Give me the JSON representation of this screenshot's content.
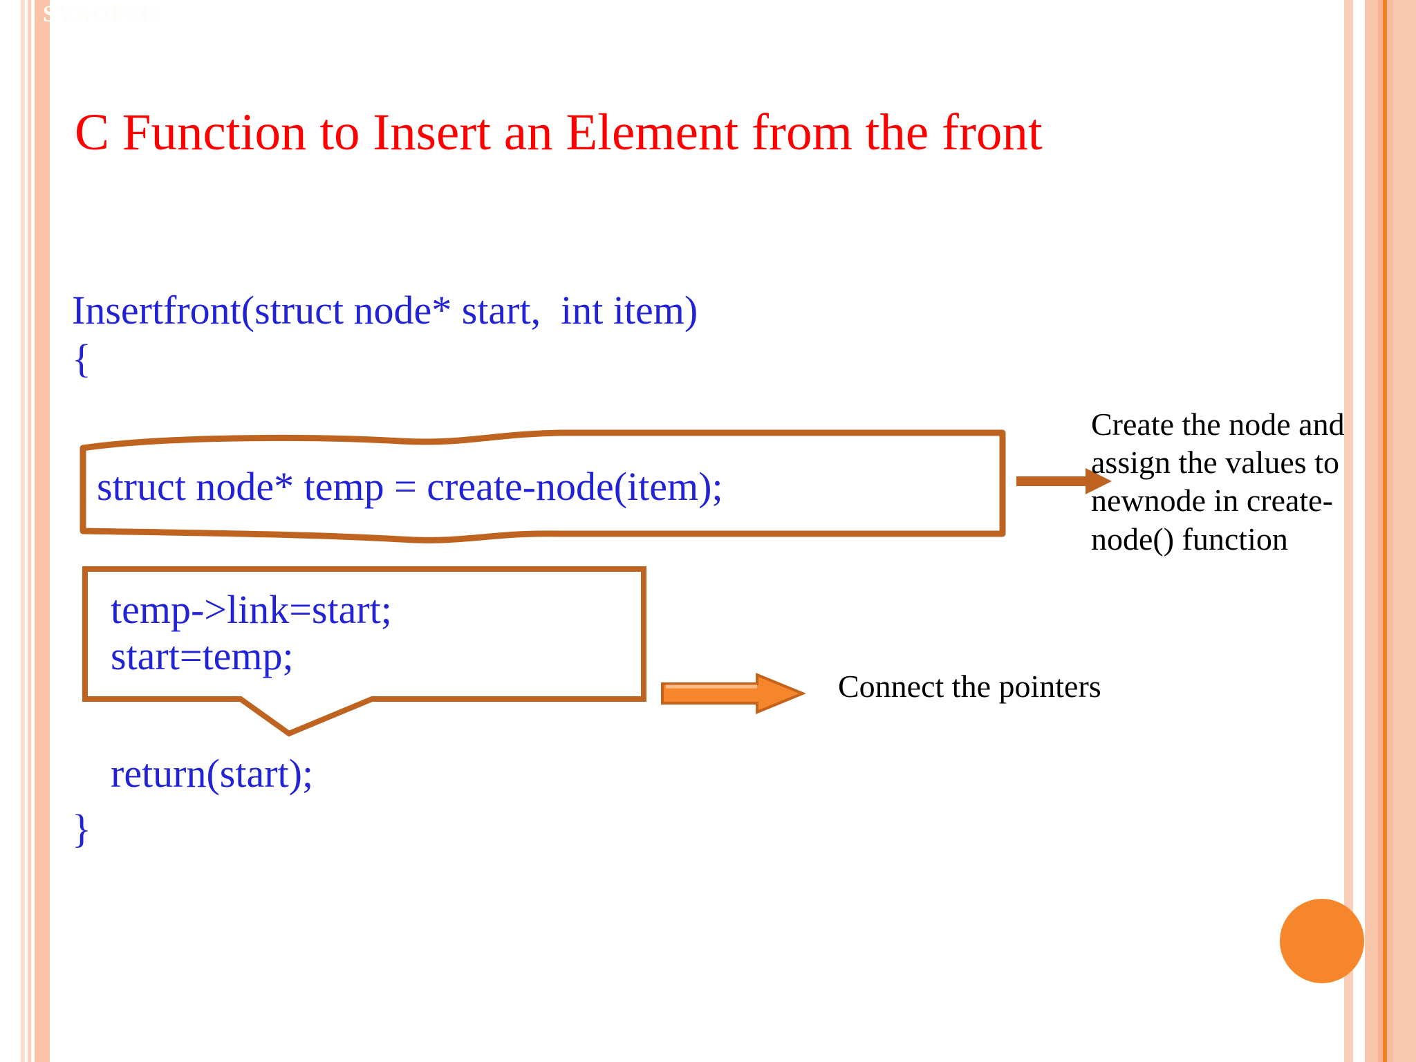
{
  "slide": {
    "background_color": "#FFFFFF",
    "watermark_text": "SYNOPSIS",
    "title": "C Function to Insert an Element from the front",
    "title_color": "#FF0000",
    "code_color": "#2323D6",
    "accent_brown": "#BF6320",
    "accent_orange": "#F5862B",
    "stripe_peach": "#F9C6AB"
  },
  "code": {
    "signature": "Insertfront(struct node* start,  int item)",
    "brace_open": "{",
    "ribbon_statement": "struct node* temp = create-node(item);",
    "notch_statements": "temp->link=start;\nstart=temp;",
    "return_statement": "return(start);",
    "brace_close": "}"
  },
  "annotations": {
    "create_note": "Create the node and assign the values to newnode in create-node() function",
    "connect_note": "Connect the pointers"
  },
  "icons": {
    "arrow_thin": "arrow-right-icon",
    "arrow_block": "block-arrow-right-icon",
    "circle": "orange-circle-decoration"
  }
}
